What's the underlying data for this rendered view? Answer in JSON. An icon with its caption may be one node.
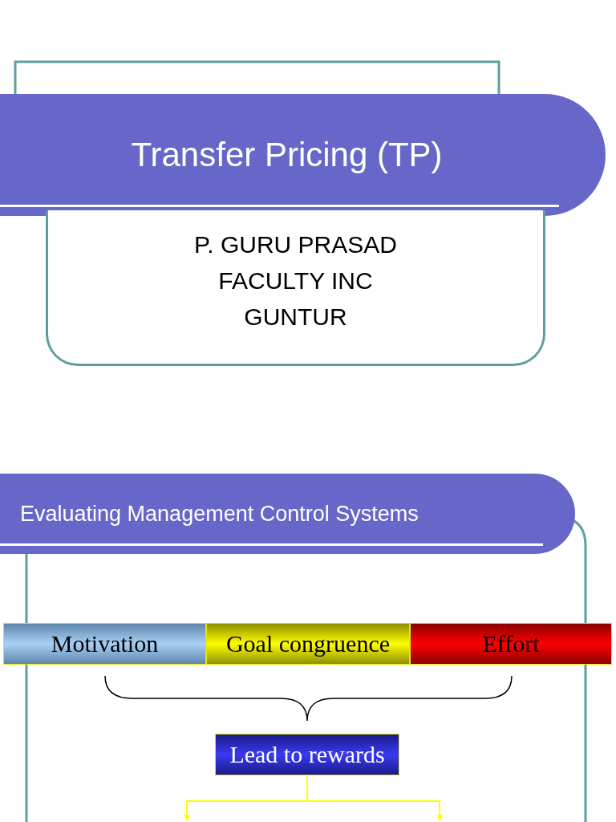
{
  "diagram": {
    "nodes": [
      {
        "text": [
          "Transfer Pricing (TP)"
        ]
      },
      {
        "text": [
          "P. GURU PRASAD FACULTY INC GUNTUR"
        ]
      },
      {
        "text": [
          "Evaluating Management Control Systems"
        ]
      },
      {
        "text": [
          "Motivation"
        ]
      },
      {
        "text": [
          "Goal congruence"
        ]
      },
      {
        "text": [
          "Effort"
        ]
      },
      {
        "text": [
          "Lead to rewards"
        ]
      }
    ],
    "edges": [
      {
        "from": 6,
        "to": null,
        "arrow": "to"
      },
      {
        "from": 6,
        "to": null,
        "arrow": "to"
      }
    ]
  }
}
